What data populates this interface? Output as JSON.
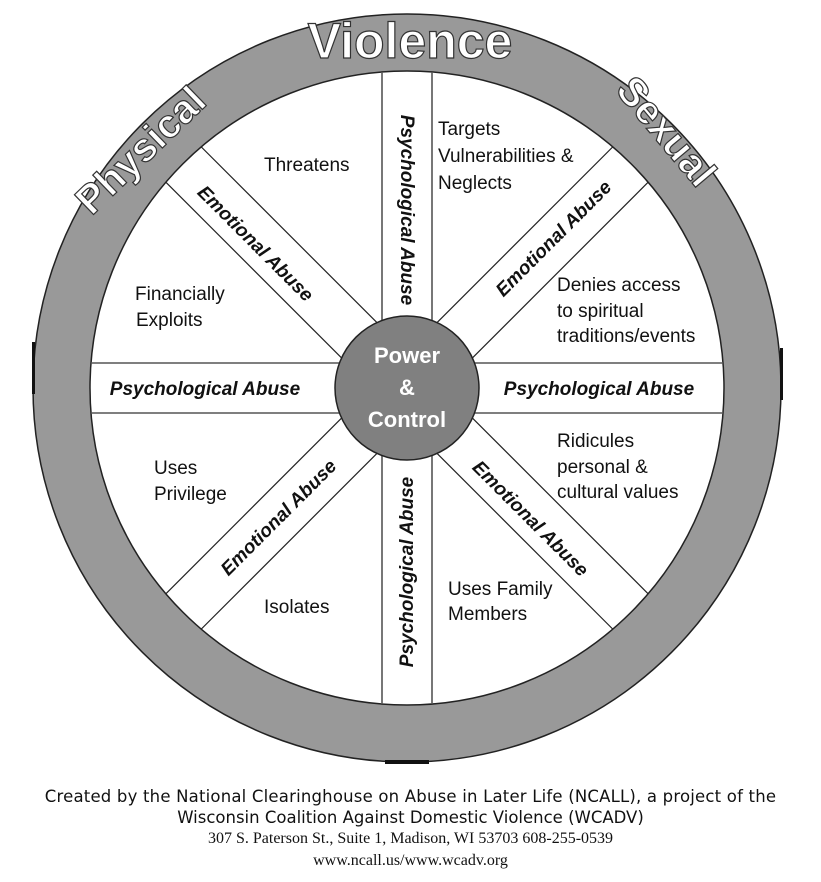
{
  "diagram": {
    "title": "Power and Control Wheel",
    "hub": {
      "lines": [
        "Power",
        "&",
        "Control"
      ]
    },
    "rim": {
      "labels": [
        "Physical",
        "Violence",
        "Sexual"
      ]
    },
    "spokes": {
      "vertical_top": "Psychological Abuse",
      "vertical_bottom": "Psychological Abuse",
      "horizontal_left": "Psychological Abuse",
      "horizontal_right": "Psychological Abuse",
      "diag_upper_left": "Emotional Abuse",
      "diag_upper_right": "Emotional Abuse",
      "diag_lower_left": "Emotional Abuse",
      "diag_lower_right": "Emotional Abuse"
    },
    "segments": {
      "top_left": [
        "Threatens"
      ],
      "top_right": [
        "Targets",
        "Vulnerabilities &",
        "Neglects"
      ],
      "upper_left": [
        "Financially",
        "Exploits"
      ],
      "upper_right": [
        "Denies access",
        "to spiritual",
        "traditions/events"
      ],
      "lower_left": [
        "Uses",
        "Privilege"
      ],
      "lower_right": [
        "Ridicules",
        "personal &",
        "cultural values"
      ],
      "bottom_left": [
        "Isolates"
      ],
      "bottom_right": [
        "Uses Family",
        "Members"
      ]
    },
    "colors": {
      "rim": "#999999",
      "hub": "#808080",
      "line": "#222222",
      "text": "#111111",
      "rim_text": "#ffffff"
    }
  },
  "footer": {
    "line1": "Created by the National Clearinghouse on Abuse in Later Life (NCALL), a project of the",
    "line2": "Wisconsin Coalition Against Domestic Violence (WCADV)",
    "line3": "307 S. Paterson St., Suite 1, Madison, WI 53703 608-255-0539",
    "line4": "www.ncall.us/www.wcadv.org"
  }
}
